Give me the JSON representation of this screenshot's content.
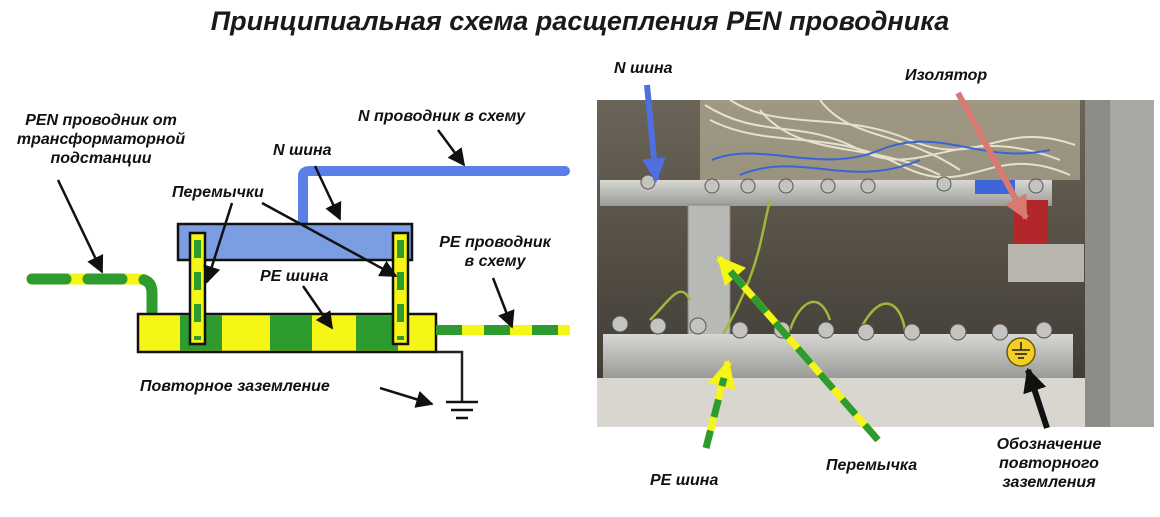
{
  "title": "Принципиальная схема расщепления PEN проводника",
  "scheme": {
    "pen_label_line1": "PEN проводник от",
    "pen_label_line2": "трансформаторной",
    "pen_label_line3": "подстанции",
    "n_conductor_label": "N проводник в схему",
    "n_bus_label": "N шина",
    "jumpers_label": "Перемычки",
    "pe_conductor_line1": "PE проводник",
    "pe_conductor_line2": "в схему",
    "pe_bus_label": "PE шина",
    "grounding_label": "Повторное заземление"
  },
  "photo": {
    "n_bus_label": "N шина",
    "insulator_label": "Изолятор",
    "pe_bus_label": "PE шина",
    "jumper_label": "Перемычка",
    "ground_mark_line1": "Обозначение",
    "ground_mark_line2": "повторного",
    "ground_mark_line3": "заземления"
  },
  "colors": {
    "n_blue": "#5b7fe6",
    "n_bus_fill": "#7b9ee3",
    "pe_yellow": "#f5f516",
    "pe_green": "#2e9b2e",
    "insulator_arrow": "#d97a72"
  },
  "icons": [
    "ground-symbol-icon",
    "ground-mark-icon"
  ]
}
